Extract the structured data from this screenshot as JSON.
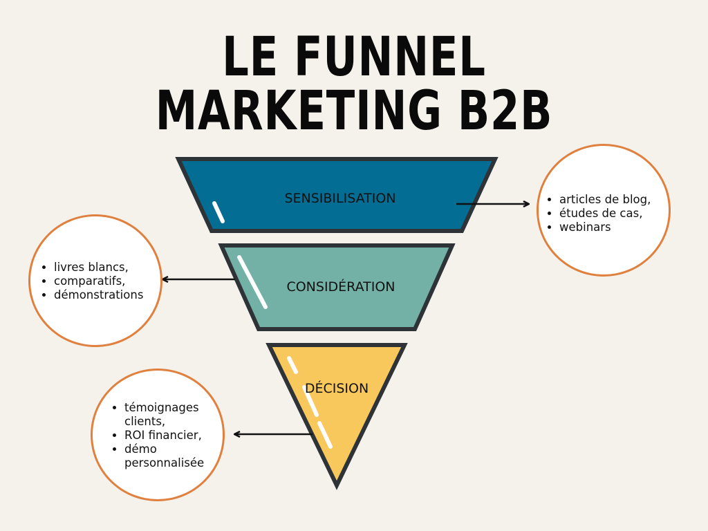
{
  "title": "LE FUNNEL MARKETING B2B",
  "stages": [
    {
      "label": "SENSIBILISATION",
      "color": "#036d94",
      "items": [
        "articles de blog,",
        "études de cas,",
        "webinars"
      ]
    },
    {
      "label": "CONSIDÉRATION",
      "color": "#73b0a5",
      "items": [
        "livres blancs,",
        "comparatifs,",
        "démonstrations"
      ]
    },
    {
      "label": "DÉCISION",
      "color": "#f9c85c",
      "items": [
        "témoignages clients,",
        "ROI financier,",
        "démo personnalisée"
      ]
    }
  ],
  "colors": {
    "background": "#f5f2ec",
    "outline": "#2e3338",
    "bubble_border": "#e0803e",
    "arrow": "#111111"
  }
}
